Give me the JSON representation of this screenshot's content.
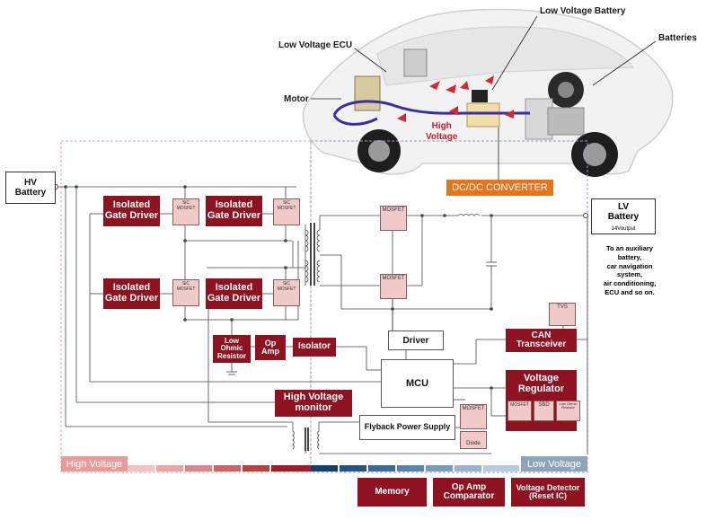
{
  "car": {
    "low_voltage_battery": "Low Voltage Battery",
    "batteries": "Batteries",
    "low_voltage_ecu": "Low Voltage ECU",
    "motor": "Motor",
    "high_voltage": "High\nVoltage",
    "dcdc_converter": "DC/DC CONVERTER"
  },
  "hv_battery": "HV\nBattery",
  "lv_battery": {
    "title": "LV\nBattery",
    "sub": "14Voutput"
  },
  "lv_note": "To an auxiliary\nbattery,\ncar navigation\nsystem,\nair conditioning,\nECU and so on.",
  "gate_drivers": [
    "Isolated\nGate Driver",
    "Isolated\nGate Driver",
    "Isolated\nGate Driver",
    "Isolated\nGate Driver"
  ],
  "sic_mosfet": "SiC MOSFET",
  "mosfet": "MOSFET",
  "low_ohmic_resistor": "Low\nOhmic\nResistor",
  "op_amp": "Op\nAmp",
  "isolator": "Isolator",
  "driver": "Driver",
  "mcu": "MCU",
  "hv_monitor": "High Voltage\nmonitor",
  "flyback": "Flyback Power Supply",
  "diode": "Diode",
  "can_transceiver": "CAN\nTransceiver",
  "tvs": "TVS",
  "voltage_regulator": "Voltage\nRegulator",
  "sbd": "SBD",
  "low_ohmic_resistor_small": "Low Ohmic Resistor",
  "zones": {
    "high": "High Voltage",
    "low": "Low Voltage"
  },
  "legend": {
    "memory": "Memory",
    "op_amp_comp": "Op Amp\nComparator",
    "voltage_detector": "Voltage Detector\n(Reset IC)"
  },
  "colors": {
    "dark_red": "#8e1220",
    "component_pink": "#f0c9c9",
    "hv_zone": "#eb9a9a",
    "lv_zone": "#8fa4b8",
    "dcdc_orange": "#e8731d"
  }
}
